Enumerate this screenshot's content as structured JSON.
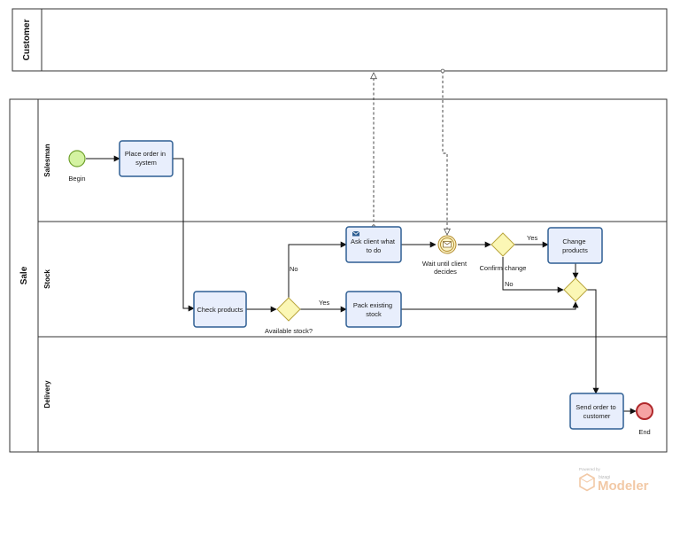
{
  "pools": {
    "customer": {
      "label": "Customer"
    },
    "sale": {
      "label": "Sale"
    }
  },
  "lanes": {
    "salesman": "Salesman",
    "stock": "Stock",
    "delivery": "Delivery"
  },
  "events": {
    "begin": "Begin",
    "wait": [
      "Wait until client",
      "decides"
    ],
    "end": "End"
  },
  "tasks": {
    "place_order": [
      "Place order in",
      "system"
    ],
    "check_products": [
      "Check products"
    ],
    "ask_client": [
      "Ask client what",
      "to do"
    ],
    "pack_stock": [
      "Pack existing",
      "stock"
    ],
    "change_products": [
      "Change",
      "products"
    ],
    "send_order": [
      "Send order to",
      "customer"
    ]
  },
  "gateways": {
    "available_stock": "Available stock?",
    "confirm_change": "Confirm change"
  },
  "flow_labels": {
    "no_available": "No",
    "yes_available": "Yes",
    "yes_confirm": "Yes",
    "no_confirm": "No"
  },
  "branding": {
    "powered_by": "Powered by",
    "vendor": "bizagi",
    "product": "Modeler"
  },
  "colors": {
    "task_fill": "#e8eefc",
    "task_border": "#2f5f93",
    "gateway_fill": "#fbf7b5",
    "gateway_border": "#b9a53c",
    "start_fill": "#d4f3a2",
    "start_border": "#6fa12c",
    "end_fill": "#f5a3a3",
    "end_border": "#b0282b",
    "intermediate_fill": "#fbf3c6",
    "intermediate_border": "#b38b2d",
    "logo_accent": "#f2c9a6"
  }
}
